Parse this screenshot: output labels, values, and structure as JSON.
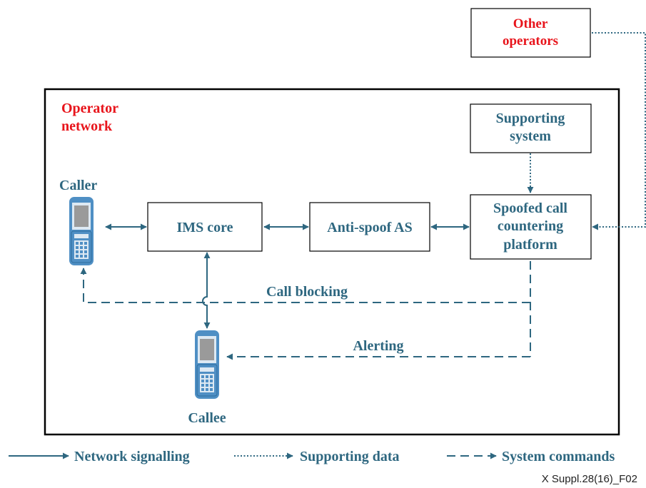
{
  "diagram": {
    "other_operators": [
      "Other",
      "operators"
    ],
    "operator_network": [
      "Operator",
      "network"
    ],
    "supporting_system": [
      "Supporting",
      "system"
    ],
    "caller": "Caller",
    "callee": "Callee",
    "ims_core": "IMS core",
    "anti_spoof": "Anti-spoof AS",
    "platform": [
      "Spoofed call",
      "countering",
      "platform"
    ],
    "call_blocking": "Call blocking",
    "alerting": "Alerting"
  },
  "legend": {
    "network_signalling": "Network signalling",
    "supporting_data": "Supporting data",
    "system_commands": "System commands"
  },
  "figure_id": "X Suppl.28(16)_F02",
  "colors": {
    "line": "#2e6780",
    "label_red": "#e8141b",
    "phone_blue": "#4f8fc4"
  }
}
